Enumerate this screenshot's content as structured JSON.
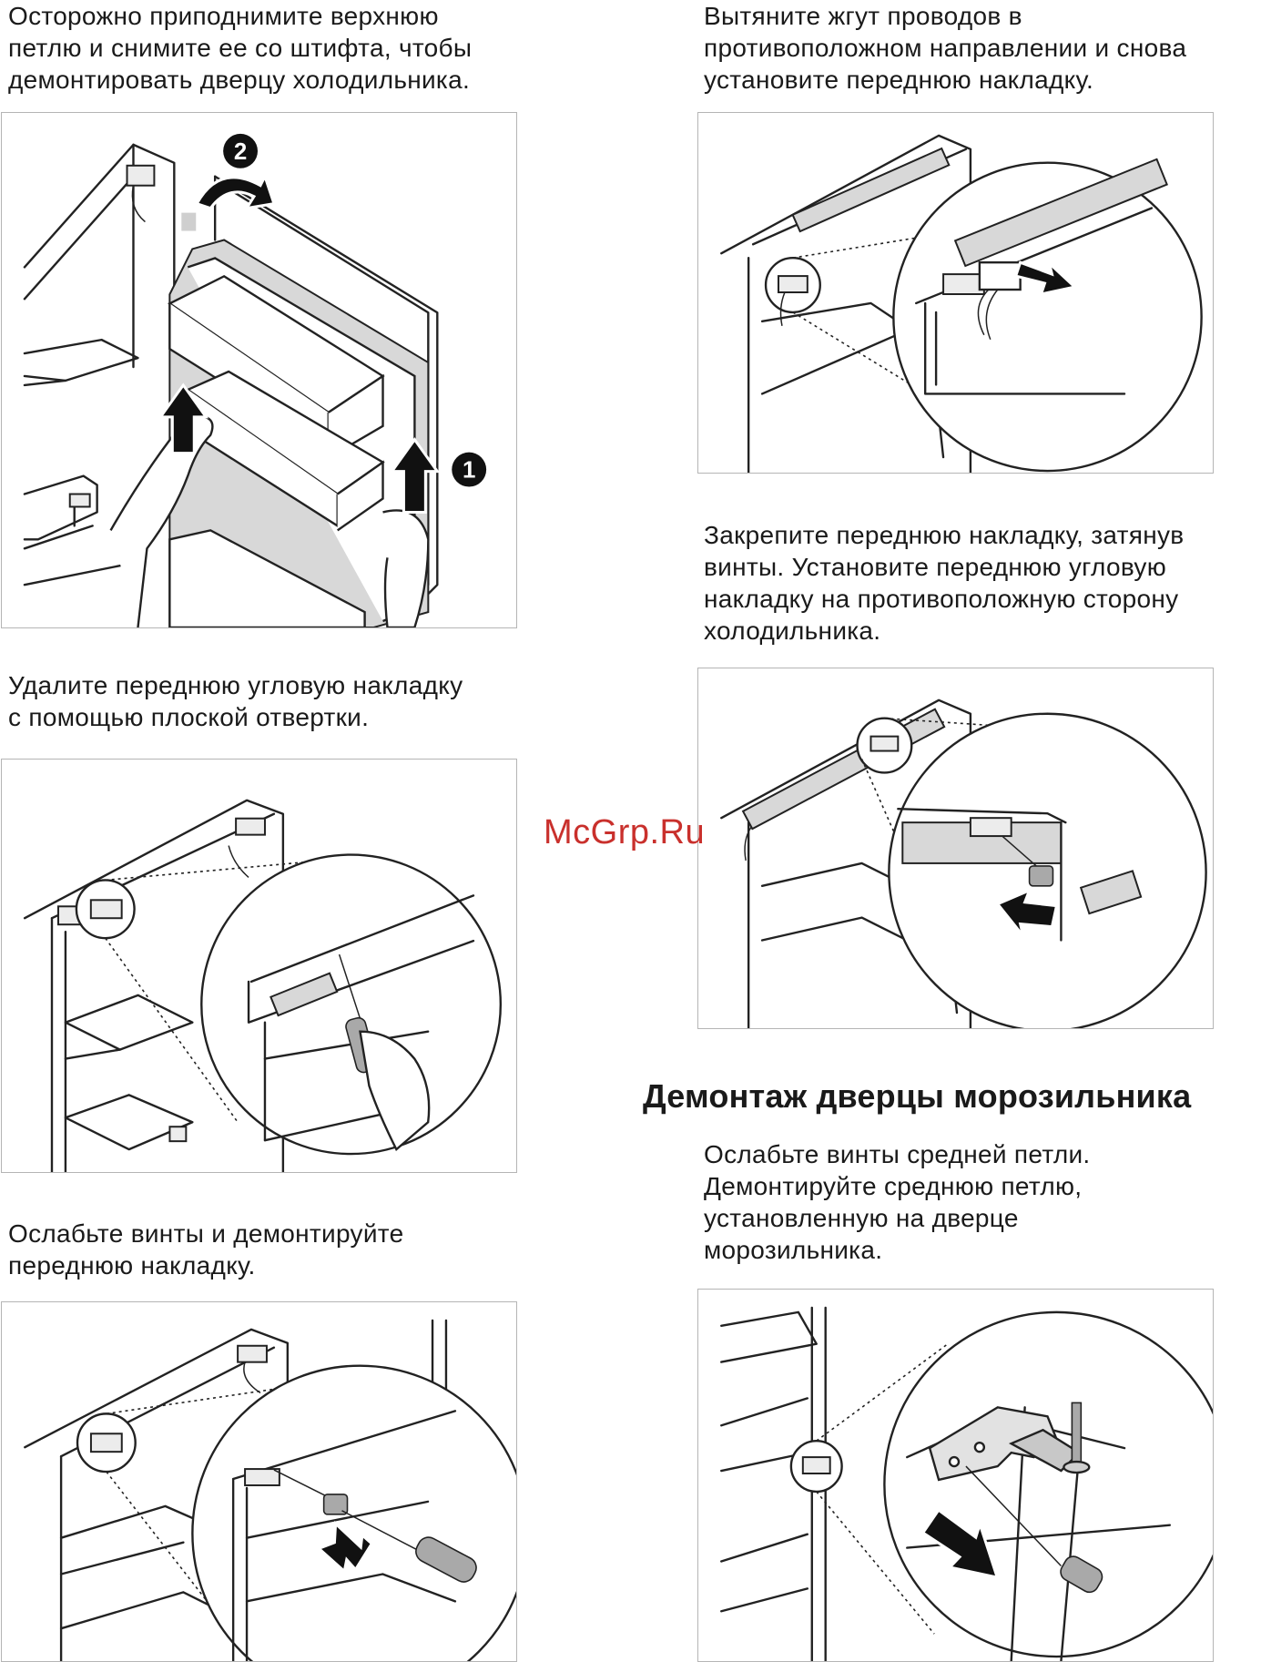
{
  "captions": {
    "step1": [
      "Осторожно приподнимите верхнюю",
      "петлю и снимите ее со штифта, чтобы",
      "демонтировать дверцу холодильника."
    ],
    "step2": [
      "Удалите переднюю угловую накладку",
      "с помощью плоской отвертки."
    ],
    "step3": [
      "Ослабьте винты и демонтируйте",
      "переднюю накладку."
    ],
    "step4": [
      "Вытяните жгут проводов в",
      "противоположном направлении и снова",
      "установите переднюю накладку."
    ],
    "step5": [
      "Закрепите переднюю накладку, затянув",
      "винты. Установите переднюю угловую",
      "накладку на противоположную сторону",
      "холодильника."
    ],
    "step6": [
      "Ослабьте винты средней петли.",
      "Демонтируйте среднюю петлю,",
      "установленную на дверце",
      "морозильника."
    ]
  },
  "section_heading": "Демонтаж дверцы морозильника",
  "watermark": "McGrp.Ru",
  "figure_labels": {
    "badge_1": "1",
    "badge_2": "2"
  },
  "colors": {
    "text": "#1a1a1a",
    "watermark": "#c9302c",
    "panel_border": "#b5b5b5",
    "shading": "#d8d8d8"
  }
}
